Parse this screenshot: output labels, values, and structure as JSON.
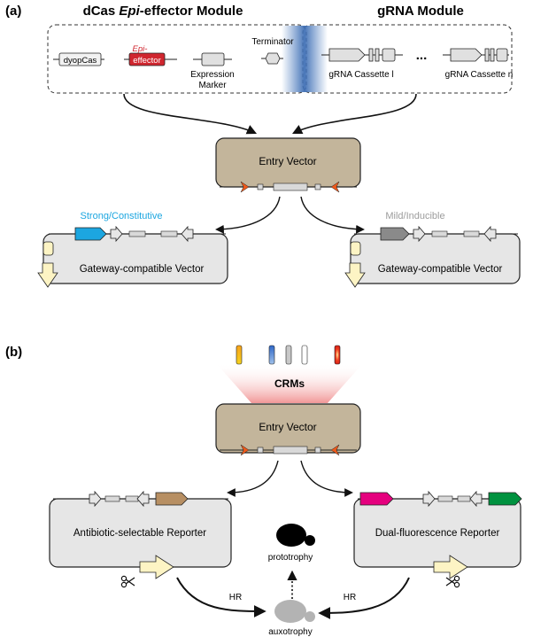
{
  "panel_a": {
    "label": "(a)",
    "dcas_title_pre": "dCas ",
    "dcas_title_italic": "Epi",
    "dcas_title_post": "-effector Module",
    "grna_title": "gRNA Module",
    "dyopcas": "dyopCas",
    "epi_top": "Epi-",
    "epi_bottom": "effector",
    "expression_1": "Expression",
    "expression_2": "Marker",
    "terminator": "Terminator",
    "cassette_1": "gRNA Cassette l",
    "ellipsis": "...",
    "cassette_n": "gRNA Cassette n",
    "entry_vector": "Entry Vector",
    "strong": "Strong/Constitutive",
    "mild": "Mild/Inducible",
    "gateway_left": "Gateway-compatible Vector",
    "gateway_right": "Gateway-compatible Vector"
  },
  "panel_b": {
    "label": "(b)",
    "crms": "CRMs",
    "entry_vector": "Entry Vector",
    "antibiotic": "Antibiotic-selectable Reporter",
    "dual": "Dual-fluorescence Reporter",
    "prototrophy": "prototrophy",
    "auxotrophy": "auxotrophy",
    "hr_left": "HR",
    "hr_right": "HR"
  },
  "colors": {
    "entry_fill": "#c3b59b",
    "box_fill": "#e6e6e6",
    "effector_red": "#d0262f",
    "strong_blue": "#1ca6e0",
    "mild_gray": "#9c9c9c",
    "orange_arrow": "#ee5a1b",
    "magenta": "#e5007e",
    "green": "#00923f",
    "tan": "#b78f63",
    "yellow_arrow": "#fdf4c4"
  }
}
